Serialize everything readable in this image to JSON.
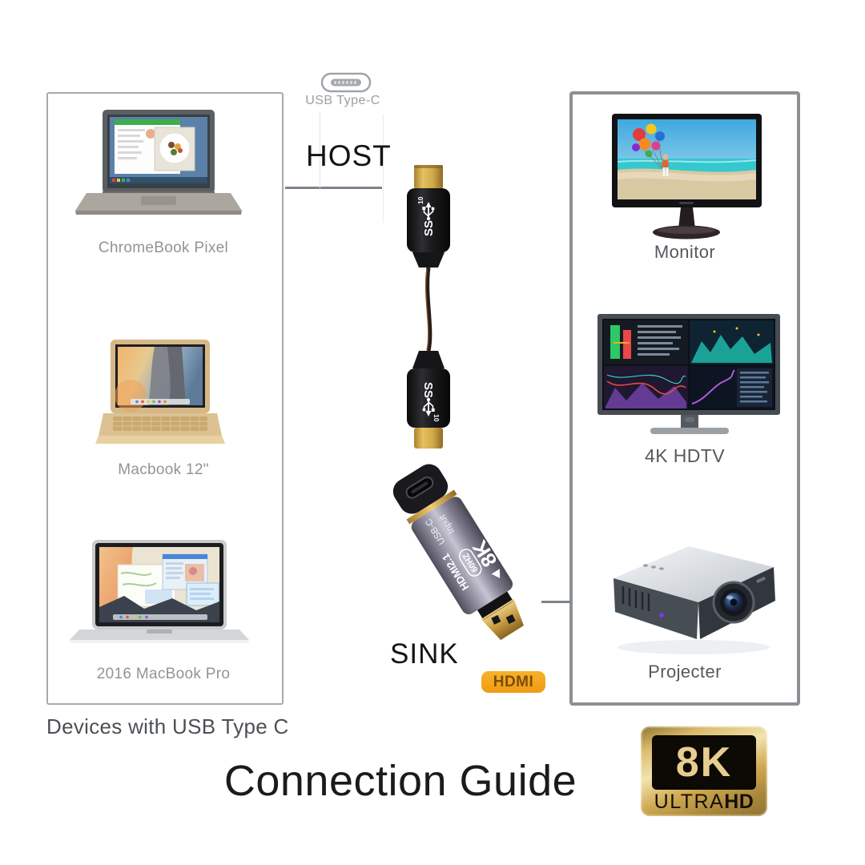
{
  "header": {
    "usb_c_label": "USB Type-C",
    "host_label": "HOST"
  },
  "left_panel": {
    "caption": "Devices with USB Type C",
    "devices": [
      {
        "name": "ChromeBook Pixel",
        "icon": "chromebook-pixel-laptop"
      },
      {
        "name": "Macbook 12\"",
        "icon": "macbook-12-laptop"
      },
      {
        "name": "2016 MacBook Pro",
        "icon": "macbook-pro-laptop"
      }
    ]
  },
  "right_panel": {
    "devices": [
      {
        "name": "Monitor",
        "icon": "desktop-monitor"
      },
      {
        "name": "4K HDTV",
        "icon": "4k-hdtv-display"
      },
      {
        "name": "Projecter",
        "icon": "projector"
      }
    ]
  },
  "center": {
    "cable_connector_logo": {
      "ss": "SS",
      "speed": "10"
    },
    "adapter_labels": {
      "port_line1": "USB-C",
      "port_line2": "Input",
      "res": "8K",
      "hz": "60HZ",
      "spec": "HDMI2.1"
    },
    "sink_label": "SINK",
    "hdmi_badge": "HDMI"
  },
  "footer": {
    "title": "Connection Guide",
    "uhd_badge": {
      "res": "8K",
      "ultra": "ULTRA",
      "hd": "HD"
    }
  },
  "colors": {
    "gold": "#d7a94c",
    "hdmi_badge_bg": "#f4a71d",
    "hdmi_badge_text": "#7c4c0a",
    "connector_black": "#161616",
    "adapter_body": "#8b8899",
    "left_box_border": "#a6aaae",
    "right_box_border": "#8c9094",
    "label_gray": "#909499",
    "dark_label": "#55595d"
  }
}
